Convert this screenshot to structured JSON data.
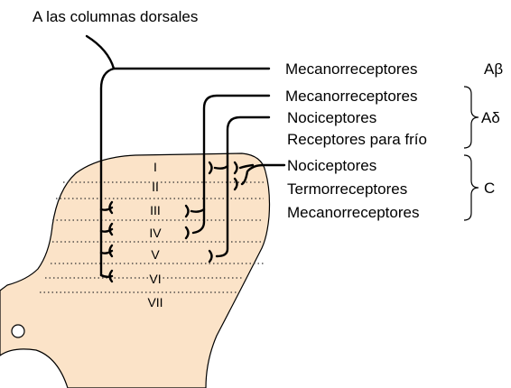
{
  "top_label": "A las columnas dorsales",
  "receptors": [
    "Mecanorreceptores",
    "Mecanorreceptores",
    "Nociceptores",
    "Receptores para frío",
    "Nociceptores",
    "Termorreceptores",
    "Mecanorreceptores"
  ],
  "fiber_types": [
    "Aβ",
    "Aδ",
    "C"
  ],
  "laminae": [
    "I",
    "II",
    "III",
    "IV",
    "V",
    "VI",
    "VII"
  ],
  "colors": {
    "gray_matter": "#fbe3c8",
    "outline": "#000000"
  }
}
